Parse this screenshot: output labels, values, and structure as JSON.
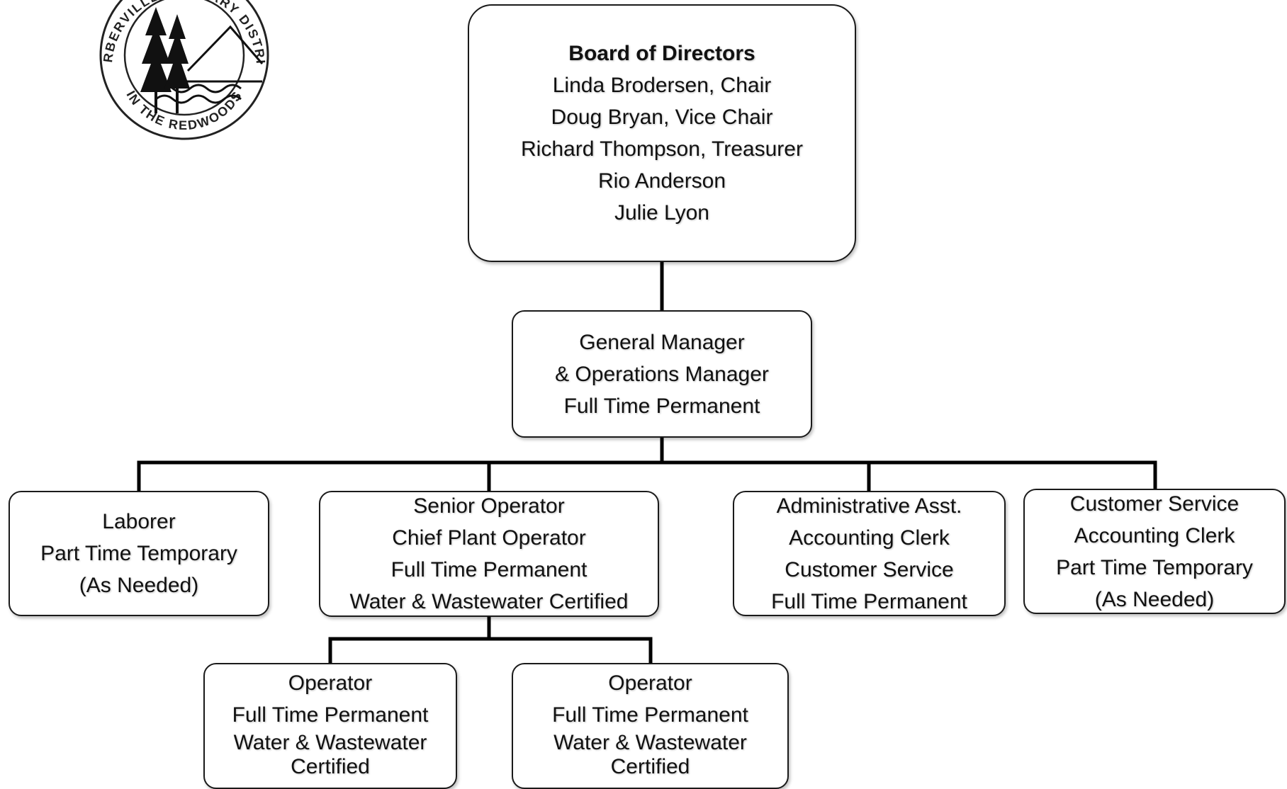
{
  "logo": {
    "top_text": "GARBERVILLE SANITARY DISTRICT",
    "bottom_text": "IN THE REDWOODS"
  },
  "board": {
    "title": "Board of Directors",
    "members": [
      "Linda Brodersen, Chair",
      "Doug Bryan, Vice Chair",
      "Richard Thompson, Treasurer",
      "Rio Anderson",
      "Julie Lyon"
    ]
  },
  "general_manager": {
    "lines": [
      "General Manager",
      "& Operations Manager",
      "Full Time Permanent"
    ]
  },
  "laborer": {
    "lines": [
      "Laborer",
      "Part Time Temporary",
      "(As Needed)"
    ]
  },
  "senior_operator": {
    "lines": [
      "Senior Operator",
      "Chief Plant Operator",
      "Full Time Permanent",
      "Water & Wastewater Certified"
    ]
  },
  "administrative": {
    "lines": [
      "Administrative Asst.",
      "Accounting Clerk",
      "Customer Service",
      "Full Time Permanent"
    ]
  },
  "customer_service": {
    "lines": [
      "Customer Service",
      "Accounting Clerk",
      "Part Time Temporary",
      "(As Needed)"
    ]
  },
  "operator_1": {
    "lines": [
      "Operator",
      "Full Time Permanent",
      "Water & Wastewater",
      "Certified"
    ]
  },
  "operator_2": {
    "lines": [
      "Operator",
      "Full Time Permanent",
      "Water & Wastewater",
      "Certified"
    ]
  },
  "colors": {
    "line": "#000000",
    "border": "#1a1a1a",
    "background": "#ffffff"
  }
}
